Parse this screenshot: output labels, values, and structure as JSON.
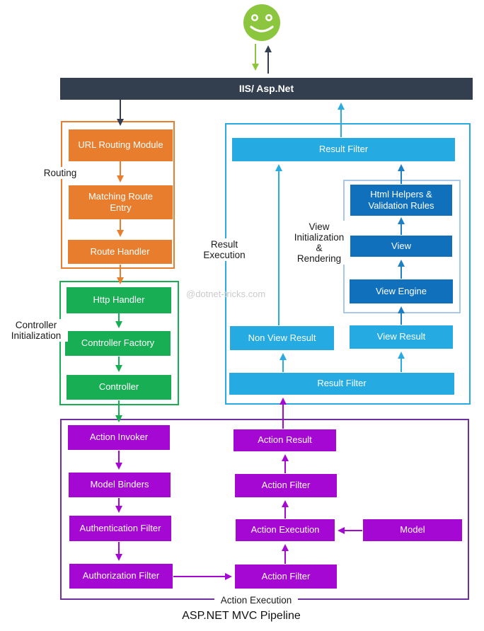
{
  "colors": {
    "dark_slate": "#333E4F",
    "orange": "#E87E2D",
    "green": "#18AE54",
    "smiley_green": "#8CC63F",
    "cyan": "#29ABE2",
    "dark_blue": "#1170BC",
    "purple": "#A608D3",
    "purple_border": "#7030A0",
    "inner_view_border": "#A9C7E9"
  },
  "entry": {
    "user_icon": "smiley-face",
    "iis_bar": "IIS/ Asp.Net"
  },
  "routing_group": {
    "label": "Routing",
    "url_routing_module": "URL Routing Module",
    "matching_route_entry": "Matching Route Entry",
    "route_handler": "Route Handler"
  },
  "controller_group": {
    "label_line1": "Controller",
    "label_line2": "Initialization",
    "http_handler": "Http Handler",
    "controller_factory": "Controller Factory",
    "controller": "Controller"
  },
  "result_group": {
    "label_line1": "Result",
    "label_line2": "Execution",
    "result_filter_top": "Result Filter",
    "non_view_result": "Non View Result",
    "view_result": "View Result",
    "result_filter_bottom": "Result Filter",
    "view_group": {
      "label_line1": "View",
      "label_line2": "Initialization",
      "label_line3": "&",
      "label_line4": "Rendering",
      "html_helpers": "Html Helpers & Validation Rules",
      "view": "View",
      "view_engine": "View Engine"
    }
  },
  "action_group": {
    "label": "Action Execution",
    "action_invoker": "Action Invoker",
    "model_binders": "Model Binders",
    "authentication_filter": "Authentication Filter",
    "authorization_filter": "Authorization Filter",
    "action_result": "Action Result",
    "action_filter_upper": "Action Filter",
    "action_execution": "Action Execution",
    "action_filter_lower": "Action Filter",
    "model": "Model"
  },
  "watermark": "@dotnet-tricks.com",
  "caption": "ASP.NET MVC Pipeline"
}
